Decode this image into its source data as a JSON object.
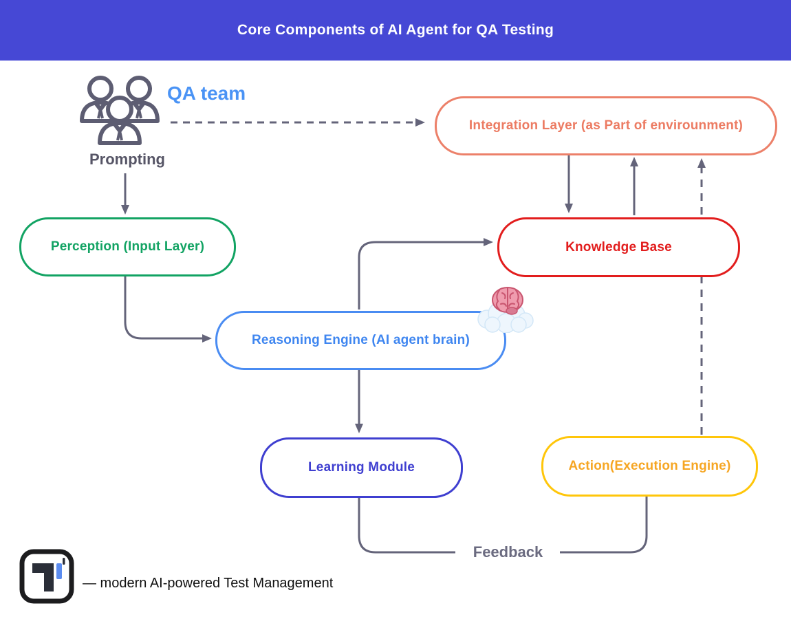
{
  "header": {
    "title": "Core Components of AI Agent for QA Testing",
    "bg_color": "#4648d5",
    "text_color": "#ffffff"
  },
  "nodes": {
    "qa_team": {
      "label": "QA team",
      "color": "#4a93f5"
    },
    "prompting": {
      "label": "Prompting",
      "color": "#565566"
    },
    "integration": {
      "label": "Integration Layer (as Part of envirounment)",
      "border_color": "#ec8069",
      "text_color": "#ec7b62"
    },
    "perception": {
      "label": "Perception (Input Layer)",
      "border_color": "#12a363",
      "text_color": "#12a363"
    },
    "knowledge": {
      "label": "Knowledge Base",
      "border_color": "#e21d1d",
      "text_color": "#e21d1d"
    },
    "reasoning": {
      "label": "Reasoning Engine (AI agent brain)",
      "border_color": "#4a8cf2",
      "text_color": "#3f86f0"
    },
    "learning": {
      "label": "Learning Module",
      "border_color": "#3f3fd0",
      "text_color": "#3f3fd0"
    },
    "action": {
      "label": "Action(Execution Engine)",
      "border_color": "#ffc60a",
      "text_color": "#f6a623"
    },
    "feedback": {
      "label": "Feedback",
      "color": "#6b6b80"
    }
  },
  "icons": {
    "qa_team_icon": "three-people-outline",
    "brain_cloud_icon": "brain-on-cloud",
    "logo_icon": "testomat-t-mark"
  },
  "connectors": {
    "arrow_color": "#64647a",
    "solid": [
      "prompting-to-perception",
      "integration-to-knowledge",
      "knowledge-to-integration",
      "perception-to-reasoning",
      "reasoning-to-knowledge",
      "reasoning-to-learning",
      "learning-to-feedback",
      "action-to-feedback"
    ],
    "dashed": [
      "qa-team-to-integration",
      "action-to-integration"
    ]
  },
  "footer": {
    "tagline": "— modern AI-powered Test Management"
  }
}
